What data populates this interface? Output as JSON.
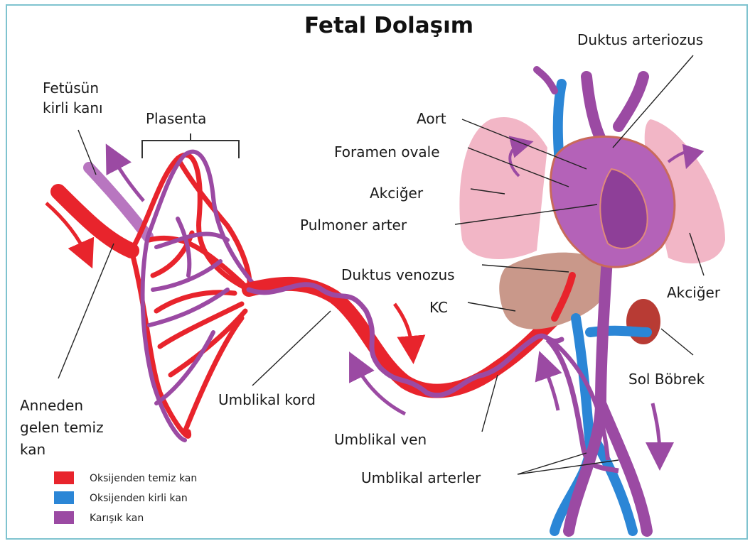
{
  "title": "Fetal Dolaşım",
  "colors": {
    "oxygenated": "#e8242c",
    "deoxygenated": "#2b86d6",
    "mixed": "#9b4aa3",
    "lung": "#f2b6c6",
    "liver": "#c9988a",
    "kidney": "#b83b34",
    "frame": "#7fc3cf"
  },
  "labels": {
    "fetus_dirty_blood_1": "Fetüsün",
    "fetus_dirty_blood_2": "kirli kanı",
    "placenta": "Plasenta",
    "mother_blood_1": "Anneden",
    "mother_blood_2": "gelen temiz",
    "mother_blood_3": "kan",
    "umbilical_cord": "Umblikal kord",
    "umbilical_vein": "Umblikal ven",
    "umbilical_arteries": "Umblikal arterler",
    "ductus_arteriosus": "Duktus arteriozus",
    "aorta": "Aort",
    "foramen_ovale": "Foramen ovale",
    "lung_left": "Akciğer",
    "pulmonary_artery": "Pulmoner arter",
    "ductus_venosus": "Duktus venozus",
    "liver": "KC",
    "lung_right": "Akciğer",
    "left_kidney": "Sol Böbrek"
  },
  "legend": [
    {
      "label": "Oksijenden temiz kan",
      "color": "#e8242c"
    },
    {
      "label": "Oksijenden kirli kan",
      "color": "#2b86d6"
    },
    {
      "label": "Karışık kan",
      "color": "#9b4aa3"
    }
  ]
}
